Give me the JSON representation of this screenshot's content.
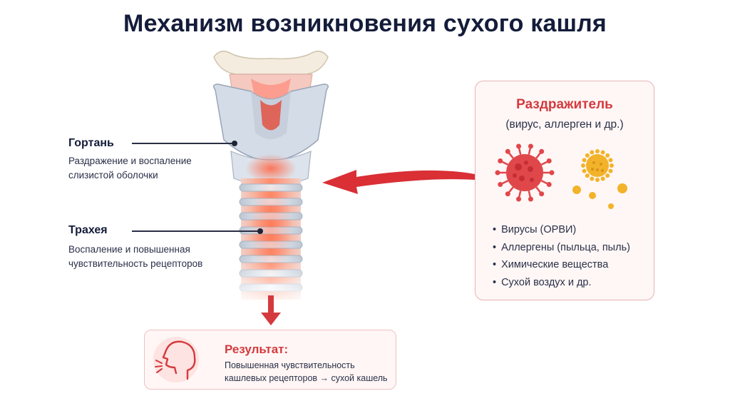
{
  "title": "Механизм возникновения сухого кашля",
  "larynx": {
    "title": "Гортань",
    "text": "Раздражение и воспаление слизистой оболочки"
  },
  "trachea": {
    "title": "Трахея",
    "text": "Воспаление и повышенная чувствительность рецепторов"
  },
  "trigger": {
    "title": "Раздражитель",
    "subtitle": "(вирус, аллерген и др.)",
    "items": [
      "Вирусы (ОРВИ)",
      "Аллергены (пыльца, пыль)",
      "Химические вещества",
      "Сухой воздух и др."
    ]
  },
  "result": {
    "title": "Результат:",
    "text": "Повышенная чувствительность кашлевых рецепторов → сухой кашель"
  },
  "colors": {
    "accent": "#d43a3d",
    "virus": "#e0474b",
    "allergen": "#f2b32a",
    "cartilage": "#d3dbe6",
    "inflamed": "#f7705a"
  },
  "icons": {
    "virus": "virus-icon",
    "allergen": "pollen-icon",
    "result": "coughing-head-icon"
  }
}
